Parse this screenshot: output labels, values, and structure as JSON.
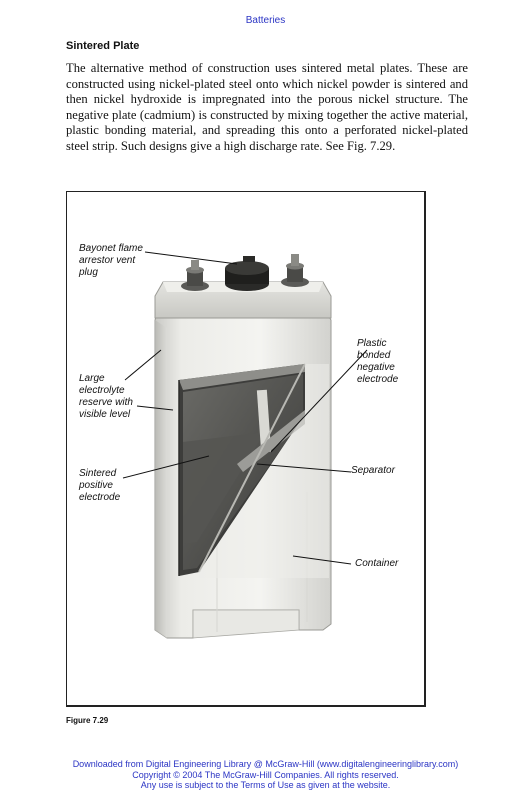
{
  "running_head": "Batteries",
  "section_heading": "Sintered Plate",
  "body_text": "The alternative method of construction uses sintered metal plates. These are constructed using nickel-plated steel onto which nickel powder is sintered and then nickel hydroxide is impregnated into the porous nickel structure. The negative plate (cadmium) is constructed by mixing together the active material, plastic bonding material, and spreading this onto a perforated nickel-plated steel strip. Such designs give a high discharge rate. See Fig. 7.29.",
  "figure": {
    "labels": {
      "vent_plug": "Bayonet flame\narrestor vent\nplug",
      "negative_electrode": "Plastic\nbonded\nnegative\nelectrode",
      "electrolyte_reserve": "Large\nelectrolyte\nreserve with\nvisible level",
      "separator": "Separator",
      "positive_electrode": "Sintered\npositive\nelectrode",
      "container": "Container"
    },
    "caption": "Figure 7.29"
  },
  "footer": {
    "line1": "Downloaded from Digital Engineering Library @ McGraw-Hill (www.digitalengineeringlibrary.com)",
    "line2": "Copyright © 2004 The McGraw-Hill Companies. All rights reserved.",
    "line3": "Any use is subject to the Terms of Use as given at the website."
  }
}
